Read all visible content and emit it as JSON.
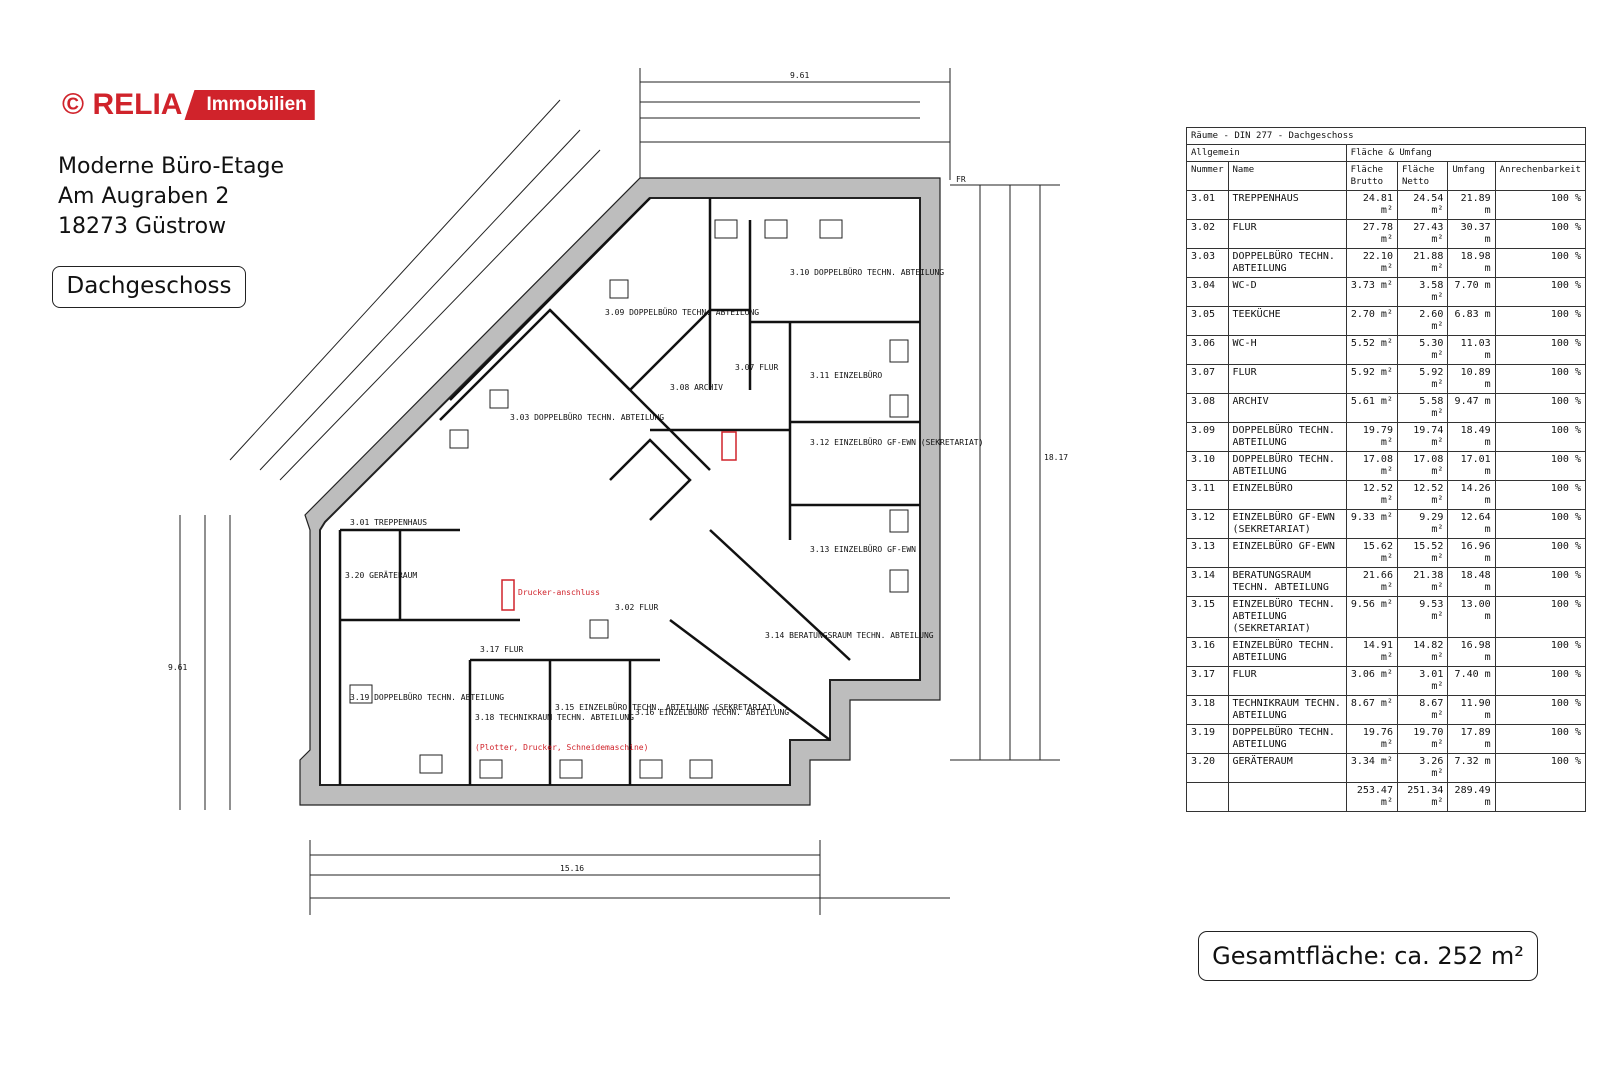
{
  "brand": {
    "mark": "© RELIA",
    "band": "Immobilien",
    "color": "#d0232b"
  },
  "address": {
    "line1": "Moderne Büro-Etage",
    "line2": "Am Augraben 2",
    "line3": "18273 Güstrow"
  },
  "floor_label": "Dachgeschoss",
  "total_area": "Gesamtfläche: ca. 252 m²",
  "table": {
    "title": "Räume - DIN 277 - Dachgeschoss",
    "group_general": "Allgemein",
    "group_area": "Fläche & Umfang",
    "headers": [
      "Nummer",
      "Name",
      "Fläche Brutto",
      "Fläche Netto",
      "Umfang",
      "Anrechenbarkeit"
    ],
    "rows": [
      [
        "3.01",
        "TREPPENHAUS",
        "24.81 m²",
        "24.54 m²",
        "21.89 m",
        "100 %"
      ],
      [
        "3.02",
        "FLUR",
        "27.78 m²",
        "27.43 m²",
        "30.37 m",
        "100 %"
      ],
      [
        "3.03",
        "DOPPELBÜRO TECHN. ABTEILUNG",
        "22.10 m²",
        "21.88 m²",
        "18.98 m",
        "100 %"
      ],
      [
        "3.04",
        "WC-D",
        "3.73 m²",
        "3.58 m²",
        "7.70 m",
        "100 %"
      ],
      [
        "3.05",
        "TEEKÜCHE",
        "2.70 m²",
        "2.60 m²",
        "6.83 m",
        "100 %"
      ],
      [
        "3.06",
        "WC-H",
        "5.52 m²",
        "5.30 m²",
        "11.03 m",
        "100 %"
      ],
      [
        "3.07",
        "FLUR",
        "5.92 m²",
        "5.92 m²",
        "10.89 m",
        "100 %"
      ],
      [
        "3.08",
        "ARCHIV",
        "5.61 m²",
        "5.58 m²",
        "9.47 m",
        "100 %"
      ],
      [
        "3.09",
        "DOPPELBÜRO TECHN. ABTEILUNG",
        "19.79 m²",
        "19.74 m²",
        "18.49 m",
        "100 %"
      ],
      [
        "3.10",
        "DOPPELBÜRO TECHN. ABTEILUNG",
        "17.08 m²",
        "17.08 m²",
        "17.01 m",
        "100 %"
      ],
      [
        "3.11",
        "EINZELBÜRO",
        "12.52 m²",
        "12.52 m²",
        "14.26 m",
        "100 %"
      ],
      [
        "3.12",
        "EINZELBÜRO GF-EWN (SEKRETARIAT)",
        "9.33 m²",
        "9.29 m²",
        "12.64 m",
        "100 %"
      ],
      [
        "3.13",
        "EINZELBÜRO GF-EWN",
        "15.62 m²",
        "15.52 m²",
        "16.96 m",
        "100 %"
      ],
      [
        "3.14",
        "BERATUNGSRAUM TECHN. ABTEILUNG",
        "21.66 m²",
        "21.38 m²",
        "18.48 m",
        "100 %"
      ],
      [
        "3.15",
        "EINZELBÜRO TECHN. ABTEILUNG (SEKRETARIAT)",
        "9.56 m²",
        "9.53 m²",
        "13.00 m",
        "100 %"
      ],
      [
        "3.16",
        "EINZELBÜRO TECHN. ABTEILUNG",
        "14.91 m²",
        "14.82 m²",
        "16.98 m",
        "100 %"
      ],
      [
        "3.17",
        "FLUR",
        "3.06 m²",
        "3.01 m²",
        "7.40 m",
        "100 %"
      ],
      [
        "3.18",
        "TECHNIKRAUM TECHN. ABTEILUNG",
        "8.67 m²",
        "8.67 m²",
        "11.90 m",
        "100 %"
      ],
      [
        "3.19",
        "DOPPELBÜRO TECHN. ABTEILUNG",
        "19.76 m²",
        "19.70 m²",
        "17.89 m",
        "100 %"
      ],
      [
        "3.20",
        "GERÄTERAUM",
        "3.34 m²",
        "3.26 m²",
        "7.32 m",
        "100 %"
      ]
    ],
    "totals": [
      "253.47 m²",
      "251.34 m²",
      "289.49 m"
    ]
  },
  "plan_labels": {
    "r301": "3.01 TREPPENHAUS",
    "r302": "3.02 FLUR",
    "r303": "3.03 DOPPELBÜRO TECHN. ABTEILUNG",
    "r307": "3.07 FLUR",
    "r308": "3.08 ARCHIV",
    "r309": "3.09 DOPPELBÜRO TECHN. ABTEILUNG",
    "r310": "3.10 DOPPELBÜRO TECHN. ABTEILUNG",
    "r311": "3.11 EINZELBÜRO",
    "r312": "3.12 EINZELBÜRO GF-EWN (SEKRETARIAT)",
    "r313": "3.13 EINZELBÜRO GF-EWN",
    "r314": "3.14 BERATUNGSRAUM TECHN. ABTEILUNG",
    "r315": "3.15 EINZELBÜRO TECHN. ABTEILUNG (SEKRETARIAT)",
    "r316": "3.16 EINZELBÜRO TECHN. ABTEILUNG",
    "r317": "3.17 FLUR",
    "r318": "3.18 TECHNIKRAUM TECHN. ABTEILUNG",
    "r318note": "(Plotter, Drucker, Schneidemaschine)",
    "r319": "3.19 DOPPELBÜRO TECHN. ABTEILUNG",
    "r320": "3.20 GERÄTERAUM",
    "dim_top": "9.61",
    "dim_bottom": "15.16",
    "dim_right": "18.17",
    "dim_left": "9.61",
    "printer": "Drucker-anschluss",
    "fr": "FR"
  }
}
